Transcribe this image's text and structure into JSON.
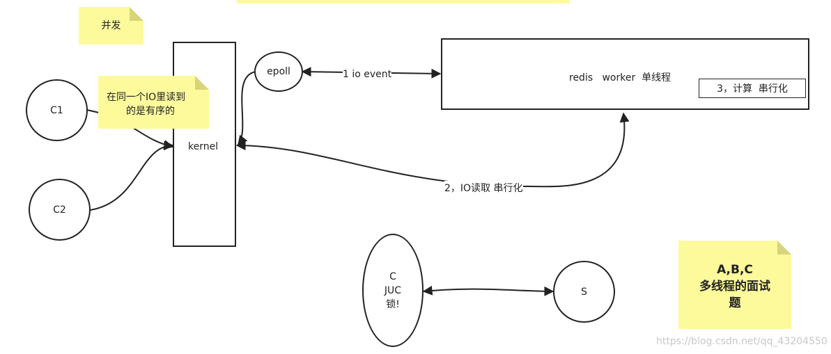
{
  "notes": {
    "top_banner": "",
    "concurrency": "并发",
    "ordering_line1": "在同一个IO里读到",
    "ordering_line2": "的是有序的",
    "interview_line1": "A,B,C",
    "interview_line2": "多线程的面试",
    "interview_line3": "题"
  },
  "nodes": {
    "c1": "C1",
    "c2": "C2",
    "kernel": "kernel",
    "epoll": "epoll",
    "redis": "redis   worker  单线程",
    "compute": "3，计算  串行化",
    "juc_line1": "C",
    "juc_line2": "JUC",
    "juc_line3": "锁!",
    "s": "S"
  },
  "edges": {
    "io_event": "1 io event",
    "io_read": "2，IO读取 串行化"
  },
  "watermark": "https://blog.csdn.net/qq_43204550",
  "colors": {
    "note_bg": "#fdfa9c",
    "stroke": "#222222"
  }
}
